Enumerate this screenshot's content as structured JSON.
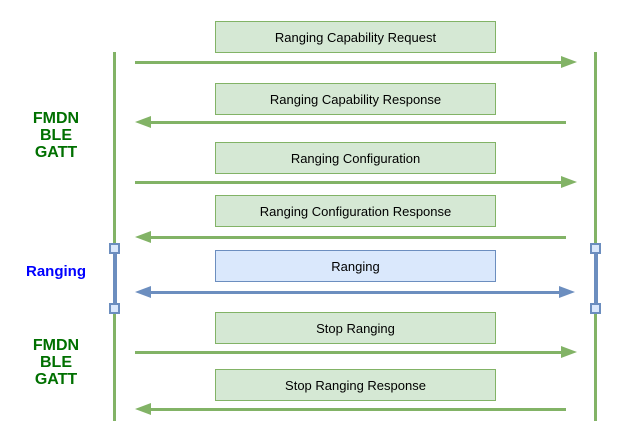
{
  "diagram": {
    "type": "sequence",
    "messages": [
      {
        "label": "Ranging Capability Request",
        "direction": "right",
        "channel": "fmdn-ble-gatt"
      },
      {
        "label": "Ranging Capability Response",
        "direction": "left",
        "channel": "fmdn-ble-gatt"
      },
      {
        "label": "Ranging Configuration",
        "direction": "right",
        "channel": "fmdn-ble-gatt"
      },
      {
        "label": "Ranging Configuration Response",
        "direction": "left",
        "channel": "fmdn-ble-gatt"
      },
      {
        "label": "Ranging",
        "direction": "both",
        "channel": "ranging"
      },
      {
        "label": "Stop Ranging",
        "direction": "right",
        "channel": "fmdn-ble-gatt"
      },
      {
        "label": "Stop Ranging Response",
        "direction": "left",
        "channel": "fmdn-ble-gatt"
      }
    ],
    "phase_labels": {
      "top": "FMDN\nBLE\nGATT",
      "middle": "Ranging",
      "bottom": "FMDN\nBLE\nGATT"
    },
    "colors": {
      "message_green_fill": "#D5E8D4",
      "message_green_stroke": "#82B366",
      "message_blue_fill": "#DAE8FC",
      "message_blue_stroke": "#6C8EBF",
      "phase_label_green": "#007000",
      "phase_label_blue": "#0000FF"
    }
  }
}
